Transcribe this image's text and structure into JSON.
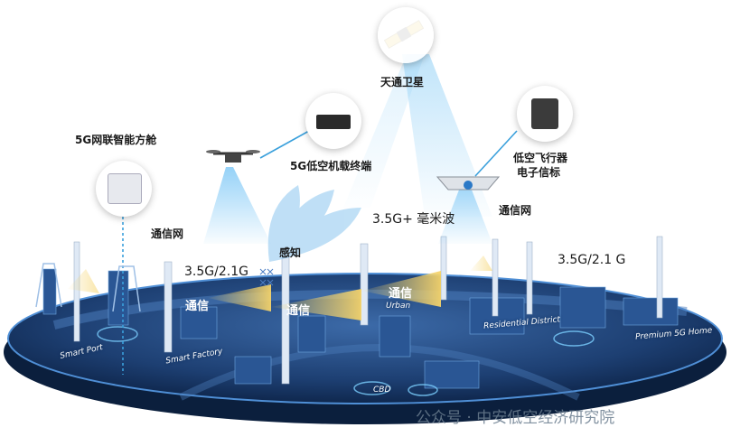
{
  "labels": {
    "satellite": "天通卫星",
    "cabin": "5G网联智能方舱",
    "terminal": "5G低空机载终端",
    "beacon_line1": "低空飞行器",
    "beacon_line2": "电子信标",
    "comm_net_left": "通信网",
    "comm_net_right": "通信网",
    "band_mmwave": "3.5G+ 毫米波",
    "band_left": "3.5G/2.1G",
    "band_right": "3.5G/2.1  G",
    "sense": "感知",
    "comm_1": "通信",
    "comm_2": "通信",
    "comm_3": "通信"
  },
  "zones": {
    "smart_port": "Smart Port",
    "smart_factory": "Smart Factory",
    "urban": "Urban",
    "cbd": "CBD",
    "residential": "Residential District",
    "premium": "Premium 5G Home"
  },
  "watermark": "公众号 · 中安低空经济研究院",
  "colors": {
    "platform": "#16335f",
    "platform_edge": "#2f6fb8",
    "beam_blue": "#4aa8e8",
    "beam_gold": "#f2c94c",
    "line": "#3aa0dc"
  }
}
